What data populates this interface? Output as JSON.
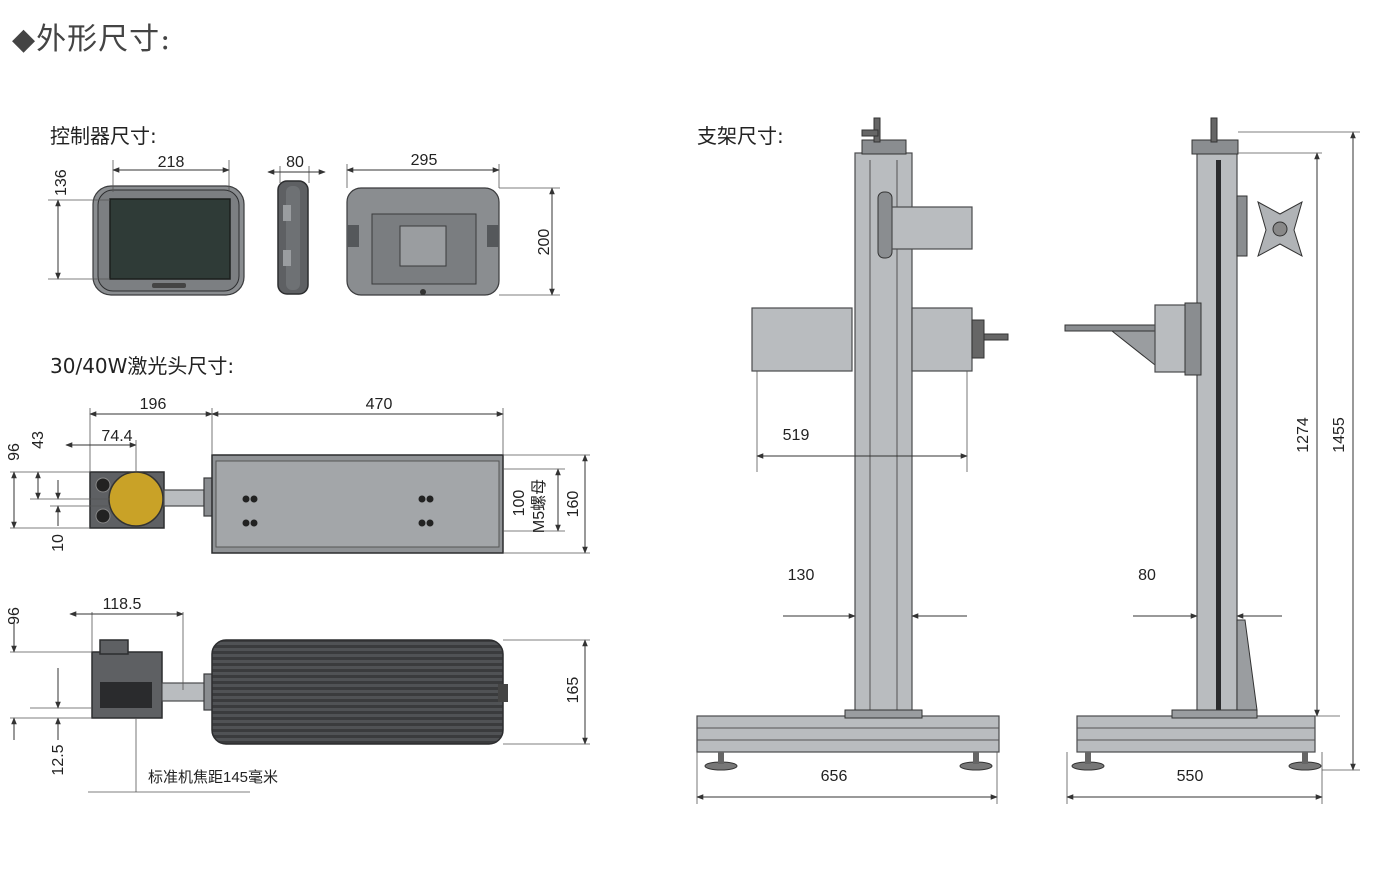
{
  "title": "◆外形尺寸:",
  "sections": {
    "controller": "控制器尺寸:",
    "laser_head": "30/40W激光头尺寸:",
    "stand": "支架尺寸:"
  },
  "dimensions": {
    "ctrl_width": "218",
    "ctrl_height": "136",
    "ctrl_depth": "80",
    "ctrl_back_width": "295",
    "ctrl_back_height": "200",
    "head_front_len": "196",
    "head_body_len": "470",
    "head_lens_off": "74.4",
    "head_h96_top": "96",
    "head_h43": "43",
    "head_h10": "10",
    "head_h100": "100",
    "head_m5": "M5螺母",
    "head_h160": "160",
    "side_118_5": "118.5",
    "side_h96": "96",
    "side_h12_5": "12.5",
    "side_h165": "165",
    "focal_note": "标准机焦距145毫米",
    "stand_519": "519",
    "stand_130": "130",
    "stand_656": "656",
    "stand_80": "80",
    "stand_550": "550",
    "stand_1274": "1274",
    "stand_1455": "1455"
  }
}
